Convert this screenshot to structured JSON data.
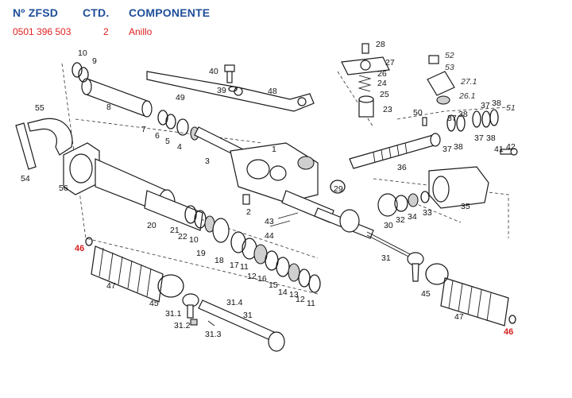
{
  "header": {
    "col_number": "Nº ZFSD",
    "col_qty": "CTD.",
    "col_component": "COMPONENTE"
  },
  "row": {
    "number": "0501 396 503",
    "qty": "2",
    "component": "Anillo"
  },
  "colors": {
    "header_blue": "#1f4e9a",
    "highlight_red": "#d62020"
  },
  "callouts": {
    "c1": "1",
    "c2": "2",
    "c3": "3",
    "c4": "4",
    "c5": "5",
    "c6": "6",
    "c7": "7",
    "c8": "8",
    "c9": "9",
    "c10a": "10",
    "c10b": "10",
    "c11a": "11",
    "c11b": "11",
    "c12a": "12",
    "c12b": "12",
    "c13": "13",
    "c14": "14",
    "c15": "15",
    "c16": "16",
    "c17": "17",
    "c18": "18",
    "c19": "19",
    "c20": "20",
    "c21": "21",
    "c22": "22",
    "c23": "23",
    "c24": "24",
    "c25": "25",
    "c26": "26",
    "c27": "27",
    "c28": "28",
    "c29": "29",
    "c30": "30",
    "c31a": "31",
    "c31b": "31",
    "c31_1": "31.1",
    "c31_2": "31.2",
    "c31_3": "31.3",
    "c31_4": "31.4",
    "c32": "32",
    "c33": "33",
    "c34": "34",
    "c35": "35",
    "c36": "36",
    "c37a": "37",
    "c37b": "37",
    "c37c": "37",
    "c37d": "37",
    "c38a": "38",
    "c38b": "38",
    "c38c": "38",
    "c38d": "38",
    "c39": "39",
    "c40": "40",
    "c41": "41",
    "c42": "42",
    "c43": "43",
    "c44": "44",
    "c45a": "45",
    "c45b": "45",
    "c46a": "46",
    "c46b": "46",
    "c47a": "47",
    "c47b": "47",
    "c48": "48",
    "c49": "49",
    "c50": "50",
    "c51": "51",
    "c52": "52",
    "c53": "53",
    "c54": "54",
    "c55": "55",
    "c56": "56",
    "c26_1": "26.1",
    "c27_1": "27.1"
  }
}
